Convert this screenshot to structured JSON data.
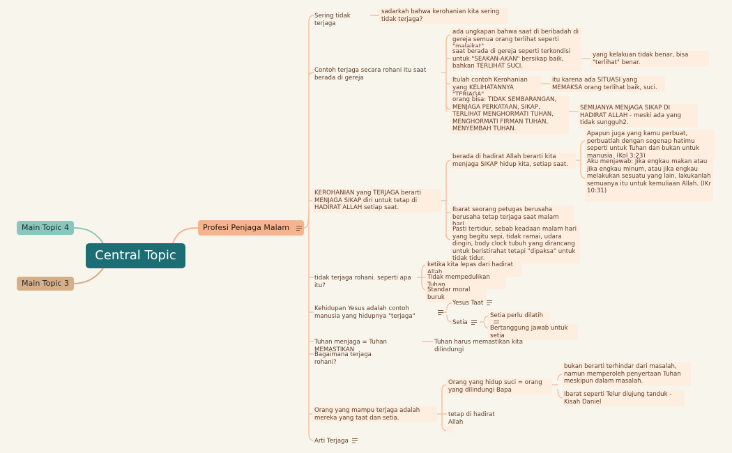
{
  "central": "Central Topic",
  "main_topics": {
    "mt4": "Main Topic 4",
    "mt3": "Main Topic 3"
  },
  "profesi": "Profesi Penjaga Malam",
  "nodes": {
    "a1": "Sering tidak terjaga",
    "a1a": "sadarkah bahwa kerohanian kita sering tidak terjaga?",
    "b1": "Contoh terjaga secara rohani itu saat berada di gereja",
    "b1a": "ada ungkapan bahwa saat di beribadah di gereja semua orang terlihat seperti \"malaikat\"",
    "b1b": "saat berada di gereja seperti terkondisi untuk \"SEAKAN-AKAN\" bersikap baik, bahkan TERLIHAT SUCI.",
    "b1b1": "yang kelakuan tidak benar, bisa \"terlihat\" benar.",
    "b1c": "Itulah contoh Kerohanian yang KELIHATANNYA \"TERJAGA\"",
    "b1c1": "itu karena ada SITUASI yang MEMAKSA orang terlihat baik, suci.",
    "b1d": "orang bisa: TIDAK SEMBARANGAN, MENJAGA PERKATAAN, SIKAP, TERLIHAT MENGHORMATI TUHAN, MENGHORMATI FIRMAN TUHAN, MENYEMBAH TUHAN.",
    "b1d1": "SEMUANYA MENJAGA SIKAP DI HADIRAT ALLAH - meski ada yang tidak sungguh2.",
    "c1": "KEROHANIAN yang TERJAGA berarti MENJAGA SIKAP diri untuk tetap di HADIRAT ALLAH setiap saat.",
    "c1a": "berada di hadirat Allah berarti kita menjaga SIKAP hidup kita, setiap saat.",
    "c1a1": "Apapun juga yang kamu perbuat, perbuatlah dengan segenap hatimu seperti untuk Tuhan dan bukan untuk manusia.  (Kol 3:23)",
    "c1a2": "Aku menjawab: Jika engkau makan atau jika engkau minum, atau jika engkau melakukan sesuatu yang lain, lakukanlah semuanya itu untuk kemuliaan Allah.  (IKr 10:31)",
    "c1b": "Ibarat seorang petugas berusaha berusaha tetap terjaga saat malam hari.",
    "c1c": "Pasti tertidur, sebab keadaan malam hari yang begitu sepi, tidak ramai, udara dingin, body clock tubuh yang dirancang untuk beristirahat tetapi \"dipaksa\" untuk tidak tidur.",
    "d1": "tidak terjaga rohani. seperti apa itu?",
    "d1a": "ketika kita lepas dari hadirat Allah",
    "d1b": "Tidak mempedulikan Tuhan",
    "d1c": "Standar moral buruk",
    "e1": "Kehidupan Yesus adalah contoh manusia yang hidupnya \"terjaga\"",
    "e1a": "Yesus Taat",
    "e1b": "Setia",
    "e1b1": "Setia perlu dilatih",
    "e1b2": "Bertanggung jawab untuk setia",
    "f1": "Tuhan menjaga = Tuhan MEMASTIKAN",
    "f1a": "Tuhan harus memastikan kita dilindungi",
    "g1": "Bagaimana terjaga rohani?",
    "h1": "Orang yang mampu terjaga adalah mereka yang taat dan setia.",
    "h1a": "Orang yang hidup suci = orang yang dilindungi Bapa",
    "h1a1": "bukan berarti terhindar dari masalah, namun memperoleh penyertaan Tuhan meskipun dalam masalah.",
    "h1a2": "Ibarat seperti Telur diujung tanduk - Kisah Daniel",
    "h1b": "tetap di hadirat Allah",
    "i1": "Arti Terjaga"
  },
  "colors": {
    "background": "#f8f5ec",
    "central": "#1d6e74",
    "main_topic_4": "#88c7be",
    "main_topic_3": "#d6ae88",
    "profesi": "#f5b48f",
    "subtopic": "#fdeee0",
    "branch_line": "#f3bf9e"
  }
}
